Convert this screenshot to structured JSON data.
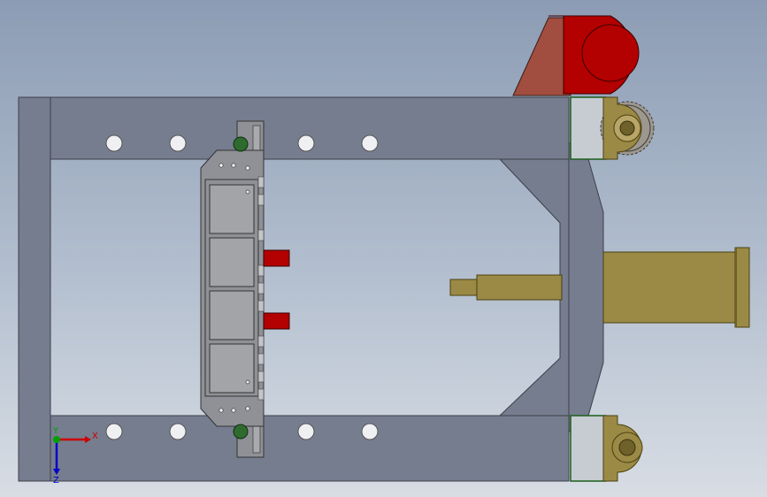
{
  "viewport": {
    "background_top": "#8c9cb4",
    "background_bottom": "#d8dde4"
  },
  "colors": {
    "frame_gray": "#767d8f",
    "frame_edge": "#3c404a",
    "clamp_plate": "#8f9196",
    "pad_gray": "#a3a4a7",
    "red_part": "#b30000",
    "brown_part": "#a14d3f",
    "brass": "#9b8a45",
    "brass_dark": "#6e6129",
    "green_pin": "#2f6b2f",
    "gear_gray": "#9c9890",
    "axis_x": "#cc0000",
    "axis_y": "#00a000",
    "axis_z": "#0000cc"
  },
  "triad": {
    "x_label": "X",
    "y_label": "Y",
    "z_label": "Z"
  },
  "icons": [
    "coordinate-triad-icon",
    "gear-icon"
  ]
}
